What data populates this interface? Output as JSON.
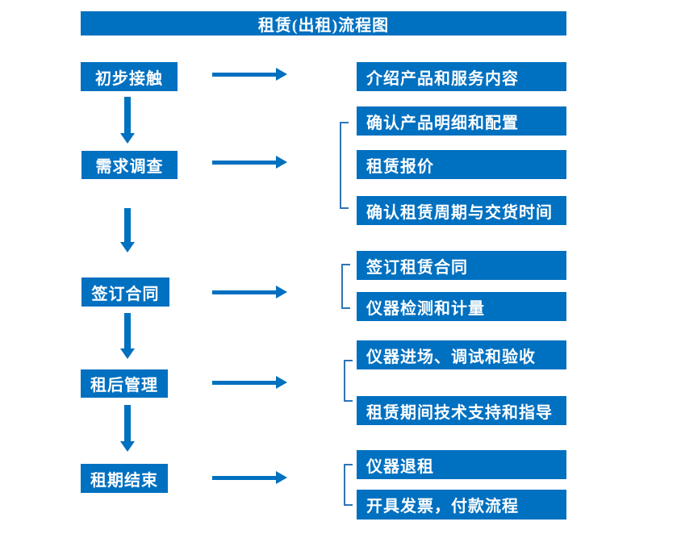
{
  "title": "租赁(出租)流程图",
  "colors": {
    "primary": "#0070c0",
    "bracket_line": "#2e75b6",
    "text": "#ffffff",
    "background": "#ffffff"
  },
  "flow": [
    {
      "step": "初步接触",
      "outputs": [
        "介绍产品和服务内容"
      ]
    },
    {
      "step": "需求调查",
      "outputs": [
        "确认产品明细和配置",
        "租赁报价",
        "确认租赁周期与交货时间"
      ]
    },
    {
      "step": "签订合同",
      "outputs": [
        "签订租赁合同",
        "仪器检测和计量"
      ]
    },
    {
      "step": "租后管理",
      "outputs": [
        "仪器进场、调试和验收",
        "租赁期间技术支持和指导"
      ]
    },
    {
      "step": "租期结束",
      "outputs": [
        "仪器退租",
        "开具发票，付款流程"
      ]
    }
  ]
}
